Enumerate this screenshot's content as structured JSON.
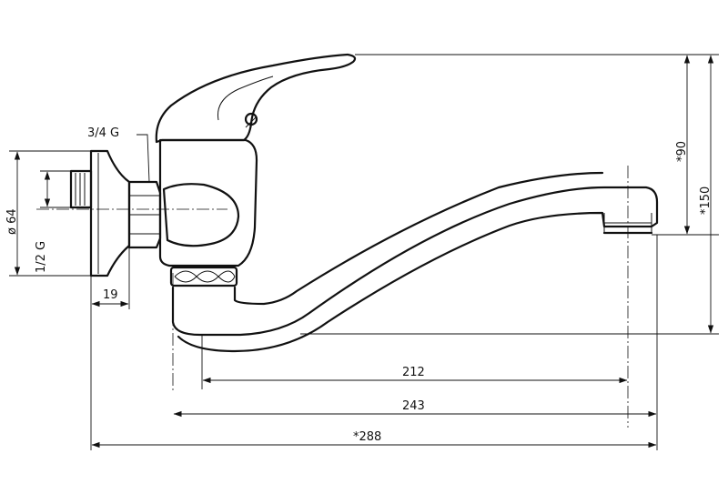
{
  "labels": {
    "thread_34": "3/4 G",
    "dia_64": "ø 64",
    "thread_12": "1/2 G",
    "dim_19": "19",
    "dim_212": "212",
    "dim_243": "243",
    "dim_288": "*288",
    "dim_90": "*90",
    "dim_150": "*150"
  }
}
